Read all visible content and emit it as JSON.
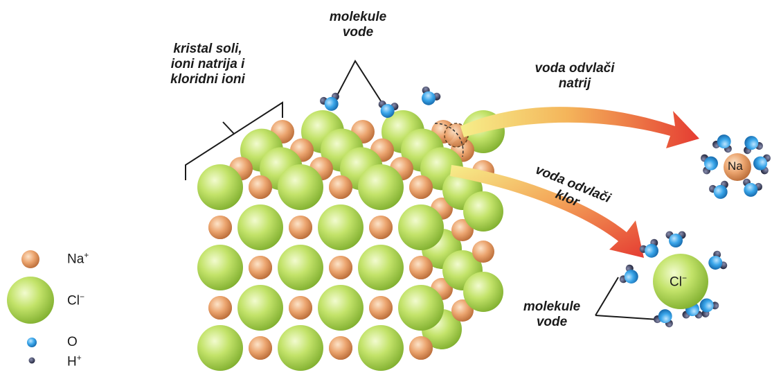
{
  "labels": {
    "water_top": [
      "molekule",
      "vode"
    ],
    "crystal": [
      "kristal soli,",
      "ioni natrija i",
      "kloridni ioni"
    ],
    "pull_sodium": [
      "voda odvlači",
      "natrij"
    ],
    "pull_chlorine": [
      "voda odvlači",
      "klor"
    ],
    "water_bottom": [
      "molekule",
      "vode"
    ]
  },
  "ions": {
    "na_center": "Na",
    "cl_center": "Cl",
    "cl_center_sup": "−"
  },
  "legend": {
    "na": "Na",
    "na_sup": "+",
    "cl": "Cl",
    "cl_sup": "−",
    "o": "O",
    "h": "H",
    "h_sup": "+"
  },
  "colors": {
    "cl_green": "#b8dc5a",
    "na_orange": "#e8a06a",
    "oxygen_blue": "#2a9fe6",
    "hydrogen_dark": "#2a2e4a",
    "arrow_red": "#e8453a",
    "arrow_yellow": "#f4e46a"
  }
}
